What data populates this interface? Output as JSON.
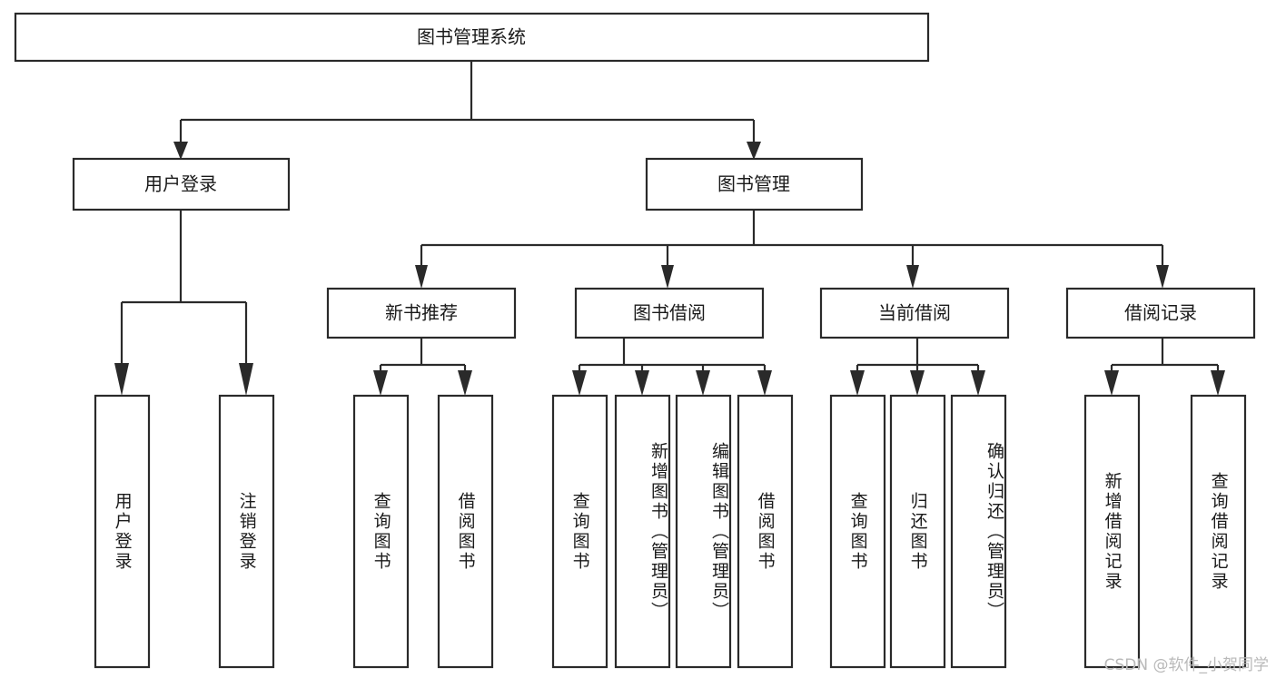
{
  "diagram": {
    "title": "图书管理系统",
    "type": "tree-hierarchy",
    "orientation": "top-down",
    "colors": {
      "box_stroke": "#2a2a2a",
      "box_fill": "#ffffff",
      "connector": "#2a2a2a",
      "text": "#1a1a1a",
      "watermark": "#b9b9b9",
      "background": "#ffffff"
    },
    "root": {
      "label": "图书管理系统"
    },
    "level2": [
      {
        "label": "用户登录"
      },
      {
        "label": "图书管理"
      }
    ],
    "level3": [
      {
        "label": "新书推荐"
      },
      {
        "label": "图书借阅"
      },
      {
        "label": "当前借阅"
      },
      {
        "label": "借阅记录"
      }
    ],
    "leaves": {
      "user_login": [
        {
          "label": "用户登录"
        },
        {
          "label": "注销登录"
        }
      ],
      "new_book_recommend": [
        {
          "label": "查询图书"
        },
        {
          "label": "借阅图书"
        }
      ],
      "book_borrow": [
        {
          "label": "查询图书"
        },
        {
          "label": "新增图书（管理员）"
        },
        {
          "label": "编辑图书（管理员）"
        },
        {
          "label": "借阅图书"
        }
      ],
      "current_borrow": [
        {
          "label": "查询图书"
        },
        {
          "label": "归还图书"
        },
        {
          "label": "确认归还（管理员）"
        }
      ],
      "borrow_record": [
        {
          "label": "新增借阅记录"
        },
        {
          "label": "查询借阅记录"
        }
      ]
    }
  },
  "watermark": {
    "text": "CSDN @软件_小贺同学"
  }
}
